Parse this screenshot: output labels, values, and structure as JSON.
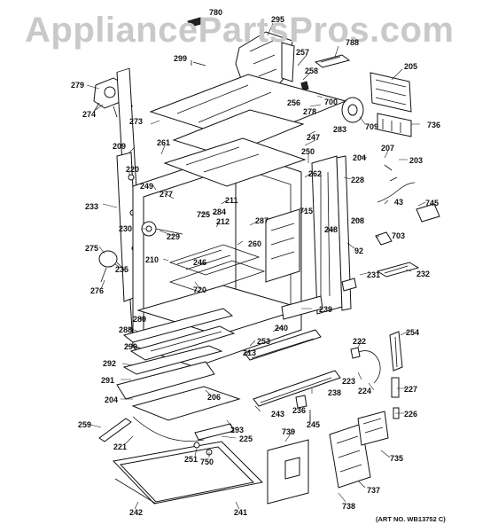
{
  "watermark": "AppliancePartsPros.com",
  "art_number": "(ART NO. WB13752 C)",
  "callouts": [
    {
      "id": "780",
      "label": "780"
    },
    {
      "id": "295",
      "label": "295"
    },
    {
      "id": "299",
      "label": "299"
    },
    {
      "id": "257",
      "label": "257"
    },
    {
      "id": "788",
      "label": "788"
    },
    {
      "id": "205",
      "label": "205"
    },
    {
      "id": "258",
      "label": "258"
    },
    {
      "id": "279",
      "label": "279"
    },
    {
      "id": "700",
      "label": "700"
    },
    {
      "id": "274",
      "label": "274"
    },
    {
      "id": "256",
      "label": "256"
    },
    {
      "id": "278",
      "label": "278"
    },
    {
      "id": "709",
      "label": "709"
    },
    {
      "id": "736",
      "label": "736"
    },
    {
      "id": "273",
      "label": "273"
    },
    {
      "id": "283",
      "label": "283"
    },
    {
      "id": "247",
      "label": "247"
    },
    {
      "id": "261",
      "label": "261"
    },
    {
      "id": "209",
      "label": "209"
    },
    {
      "id": "207",
      "label": "207"
    },
    {
      "id": "204",
      "label": "204"
    },
    {
      "id": "203",
      "label": "203"
    },
    {
      "id": "250",
      "label": "250"
    },
    {
      "id": "220",
      "label": "220"
    },
    {
      "id": "262",
      "label": "262"
    },
    {
      "id": "249",
      "label": "249"
    },
    {
      "id": "228",
      "label": "228"
    },
    {
      "id": "277",
      "label": "277"
    },
    {
      "id": "211",
      "label": "211"
    },
    {
      "id": "43",
      "label": "43"
    },
    {
      "id": "745",
      "label": "745"
    },
    {
      "id": "233",
      "label": "233"
    },
    {
      "id": "725",
      "label": "725"
    },
    {
      "id": "284",
      "label": "284"
    },
    {
      "id": "715",
      "label": "715"
    },
    {
      "id": "212",
      "label": "212"
    },
    {
      "id": "287",
      "label": "287"
    },
    {
      "id": "208",
      "label": "208"
    },
    {
      "id": "230",
      "label": "230"
    },
    {
      "id": "229",
      "label": "229"
    },
    {
      "id": "248",
      "label": "248"
    },
    {
      "id": "703",
      "label": "703"
    },
    {
      "id": "260",
      "label": "260"
    },
    {
      "id": "275",
      "label": "275"
    },
    {
      "id": "92",
      "label": "92"
    },
    {
      "id": "210",
      "label": "210"
    },
    {
      "id": "246",
      "label": "246"
    },
    {
      "id": "235",
      "label": "235"
    },
    {
      "id": "231",
      "label": "231"
    },
    {
      "id": "232",
      "label": "232"
    },
    {
      "id": "276",
      "label": "276"
    },
    {
      "id": "720",
      "label": "720"
    },
    {
      "id": "239",
      "label": "239"
    },
    {
      "id": "289",
      "label": "289"
    },
    {
      "id": "288",
      "label": "288"
    },
    {
      "id": "240",
      "label": "240"
    },
    {
      "id": "254",
      "label": "254"
    },
    {
      "id": "290",
      "label": "290"
    },
    {
      "id": "253",
      "label": "253"
    },
    {
      "id": "222",
      "label": "222"
    },
    {
      "id": "213",
      "label": "213"
    },
    {
      "id": "292",
      "label": "292"
    },
    {
      "id": "223",
      "label": "223"
    },
    {
      "id": "291",
      "label": "291"
    },
    {
      "id": "224",
      "label": "224"
    },
    {
      "id": "206",
      "label": "206"
    },
    {
      "id": "238",
      "label": "238"
    },
    {
      "id": "227",
      "label": "227"
    },
    {
      "id": "204b",
      "label": "204"
    },
    {
      "id": "243",
      "label": "243"
    },
    {
      "id": "236",
      "label": "236"
    },
    {
      "id": "226",
      "label": "226"
    },
    {
      "id": "245",
      "label": "245"
    },
    {
      "id": "259",
      "label": "259"
    },
    {
      "id": "293",
      "label": "293"
    },
    {
      "id": "739",
      "label": "739"
    },
    {
      "id": "225",
      "label": "225"
    },
    {
      "id": "221",
      "label": "221"
    },
    {
      "id": "735",
      "label": "735"
    },
    {
      "id": "251",
      "label": "251"
    },
    {
      "id": "750",
      "label": "750"
    },
    {
      "id": "737",
      "label": "737"
    },
    {
      "id": "242",
      "label": "242"
    },
    {
      "id": "241",
      "label": "241"
    },
    {
      "id": "738",
      "label": "738"
    }
  ]
}
